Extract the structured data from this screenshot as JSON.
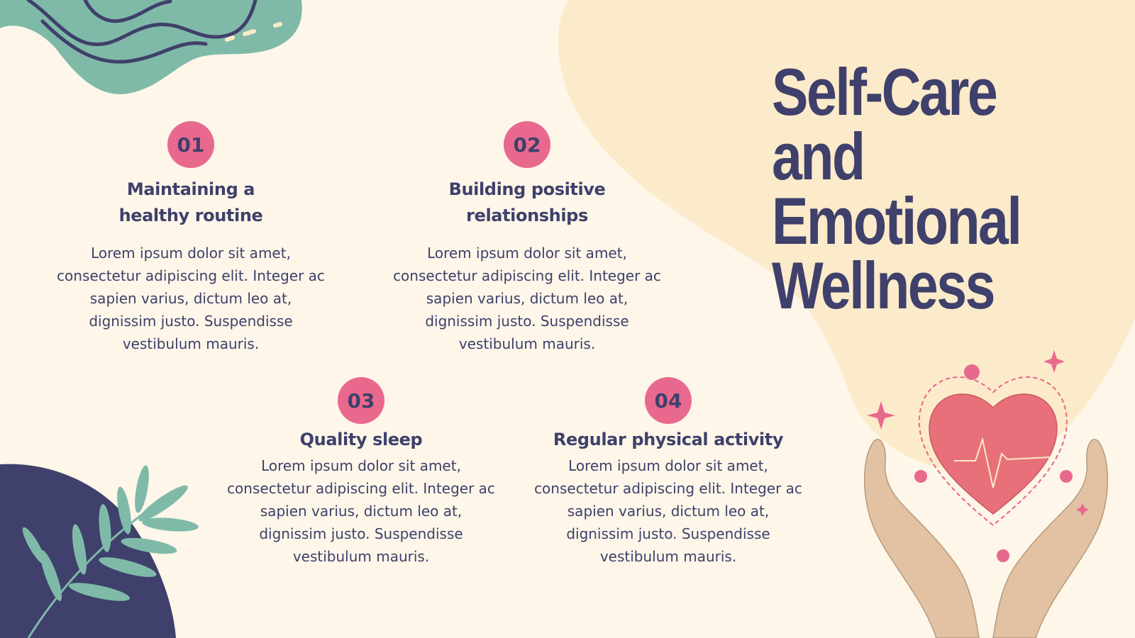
{
  "slide": {
    "title": "Self-Care and Emotional Wellness"
  },
  "items": [
    {
      "number": "01",
      "heading": "Maintaining a healthy routine",
      "body": "Lorem ipsum dolor sit amet, consectetur adipiscing elit. Integer ac sapien varius, dictum leo at, dignissim justo. Suspendisse vestibulum mauris."
    },
    {
      "number": "02",
      "heading": "Building positive relationships",
      "body": "Lorem ipsum dolor sit amet, consectetur adipiscing elit. Integer ac sapien varius, dictum leo at, dignissim justo. Suspendisse vestibulum mauris."
    },
    {
      "number": "03",
      "heading": "Quality sleep",
      "body": "Lorem ipsum dolor sit amet, consectetur adipiscing elit. Integer ac sapien varius, dictum leo at, dignissim justo. Suspendisse vestibulum mauris."
    },
    {
      "number": "04",
      "heading": "Regular physical activity",
      "body": "Lorem ipsum dolor sit amet, consectetur adipiscing elit. Integer ac sapien varius, dictum leo at, dignissim justo. Suspendisse vestibulum mauris."
    }
  ],
  "colors": {
    "background": "#fdf6e9",
    "blob": "#fcebca",
    "navy": "#3f406b",
    "pink": "#e9698e",
    "teal": "#7fbaa8",
    "heart": "#e8707a",
    "skin": "#e3c1a3"
  },
  "icons": [
    "wave-blob",
    "leaf-branch",
    "heart-in-hands",
    "sparkle-icon"
  ]
}
